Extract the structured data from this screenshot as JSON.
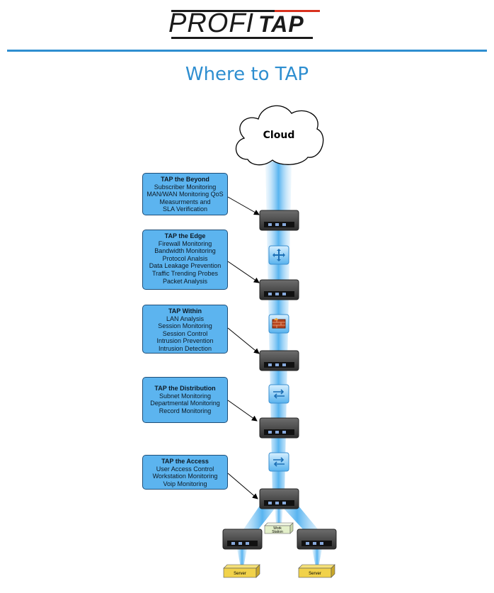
{
  "logo": {
    "word1": "PROFI",
    "word2": "TAP"
  },
  "title": "Where to TAP",
  "cloud_label": "Cloud",
  "boxes": [
    {
      "heading": "TAP the Beyond",
      "lines": [
        "Subscriber Monitoring",
        "MAN/WAN Monitoring QoS",
        "Measurments and",
        "SLA Verification"
      ]
    },
    {
      "heading": "TAP the Edge",
      "lines": [
        "Firewall Monitoring",
        "Bandwidth Monitoring",
        "Protocol Analsis",
        "Data Leakage Prevention",
        "Traffic Trending Probes",
        "Packet Analysis"
      ]
    },
    {
      "heading": "TAP Within",
      "lines": [
        "LAN Analysis",
        "Session Monitoring",
        "Session Control",
        "Intrusion Prevention",
        "Intrusion Detection"
      ]
    },
    {
      "heading": "TAP the Distribution",
      "lines": [
        "Subnet Monitoring",
        "Departmental Monitoring",
        "Record Monitoring"
      ]
    },
    {
      "heading": "TAP the Access",
      "lines": [
        "User Access Control",
        "Workstation Monitoring",
        "Voip Monitoring"
      ]
    }
  ],
  "workstation_label": [
    "Work",
    "Station"
  ],
  "server_labels": [
    "Server",
    "Server"
  ]
}
